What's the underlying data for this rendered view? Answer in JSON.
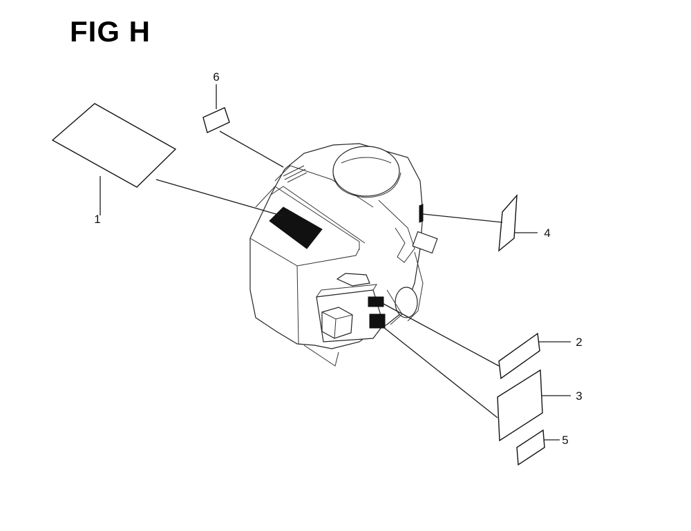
{
  "figure": {
    "title": "FIG H"
  },
  "callouts": [
    {
      "id": "1",
      "label": "1"
    },
    {
      "id": "2",
      "label": "2"
    },
    {
      "id": "3",
      "label": "3"
    },
    {
      "id": "4",
      "label": "4"
    },
    {
      "id": "5",
      "label": "5"
    },
    {
      "id": "6",
      "label": "6"
    }
  ],
  "colors": {
    "line": "#1a1a1a",
    "background": "#ffffff",
    "decal_dark": "#111111"
  }
}
